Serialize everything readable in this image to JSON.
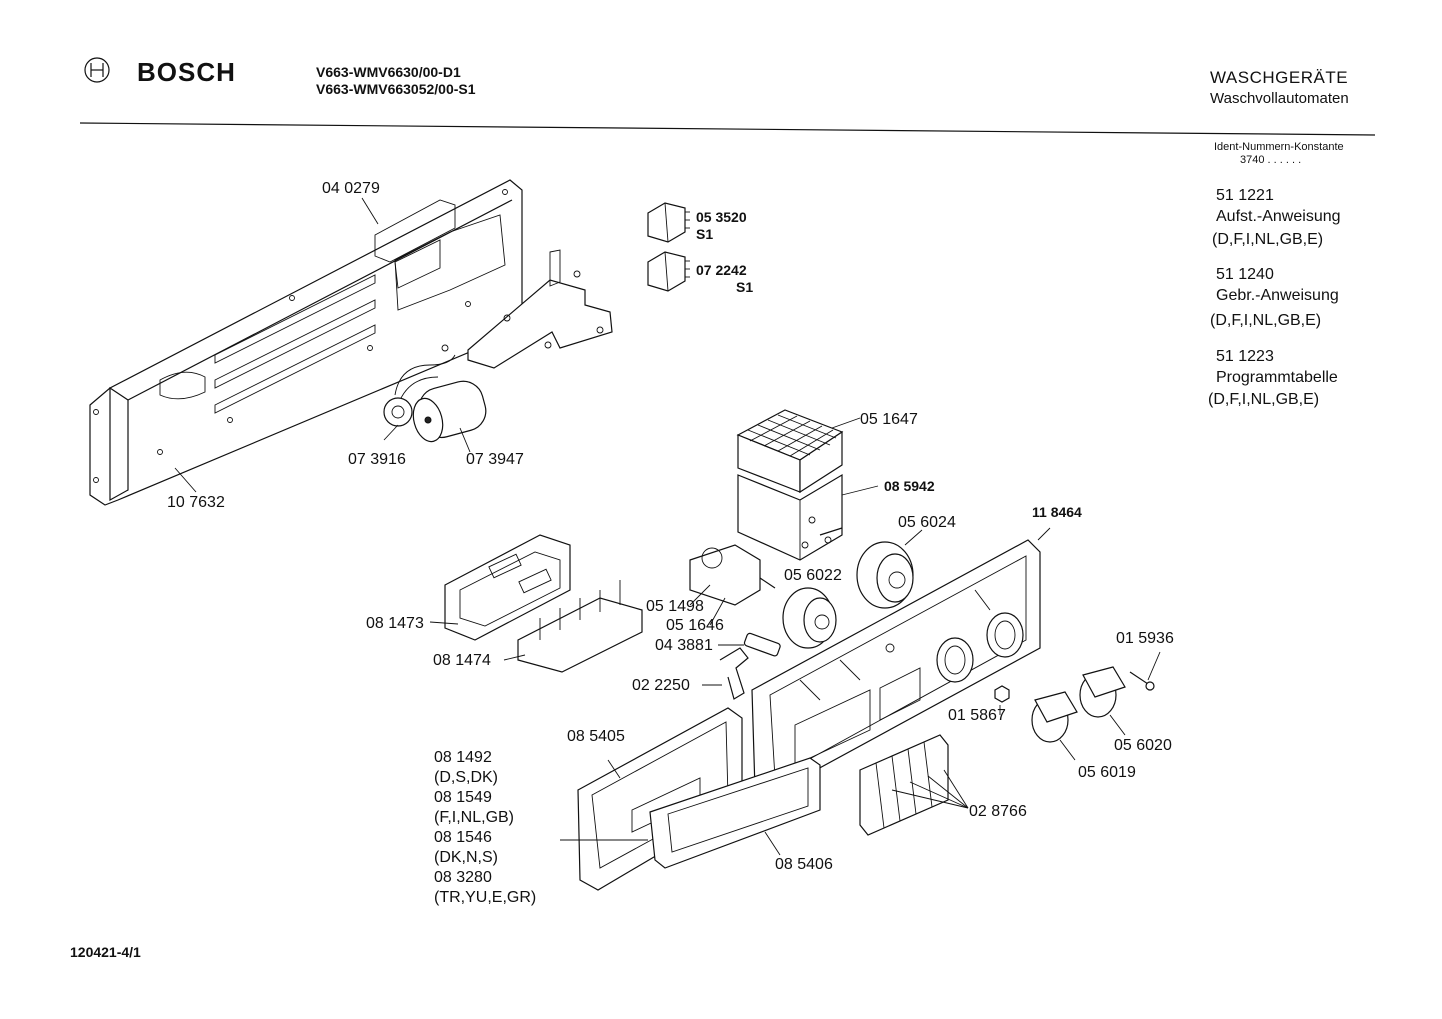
{
  "header": {
    "brand": "BOSCH",
    "model_line_1": "V663-WMV6630/00-D1",
    "model_line_2": "V663-WMV663052/00-S1",
    "category": "WASCHGERÄTE",
    "subcategory": "Waschvollautomaten"
  },
  "ident": {
    "label": "Ident-Nummern-Konstante",
    "value": "3740  . .  . . . ."
  },
  "docs": [
    {
      "number": "51 1221",
      "title": "Aufst.-Anweisung",
      "languages": "(D,F,I,NL,GB,E)"
    },
    {
      "number": "51 1240",
      "title": "Gebr.-Anweisung",
      "languages": "(D,F,I,NL,GB,E)"
    },
    {
      "number": "51 1223",
      "title": "Programmtabelle",
      "languages": "(D,F,I,NL,GB,E)"
    }
  ],
  "parts": {
    "p040279": "04 0279",
    "p107632": "10 7632",
    "p073916": "07 3916",
    "p073947": "07 3947",
    "p053520": "05 3520",
    "p053520_s": "S1",
    "p072242": "07 2242",
    "p072242_s": "S1",
    "p051647": "05 1647",
    "p085942": "08 5942",
    "p056024": "05 6024",
    "p118464": "11 8464",
    "p056022": "05 6022",
    "p051498": "05 1498",
    "p051646": "05 1646",
    "p043881": "04 3881",
    "p022250": "02 2250",
    "p081473": "08 1473",
    "p081474": "08 1474",
    "p015936": "01 5936",
    "p015867": "01 5867",
    "p056020": "05 6020",
    "p056019": "05 6019",
    "p028766": "02 8766",
    "p085405": "08 5405",
    "p085406": "08 5406"
  },
  "variants": [
    {
      "number": "08 1492",
      "countries": "(D,S,DK)"
    },
    {
      "number": "08 1549",
      "countries": "(F,I,NL,GB)"
    },
    {
      "number": "08 1546",
      "countries": "(DK,N,S)"
    },
    {
      "number": "08 3280",
      "countries": "(TR,YU,E,GR)"
    }
  ],
  "footer": {
    "code": "120421-4/1"
  }
}
